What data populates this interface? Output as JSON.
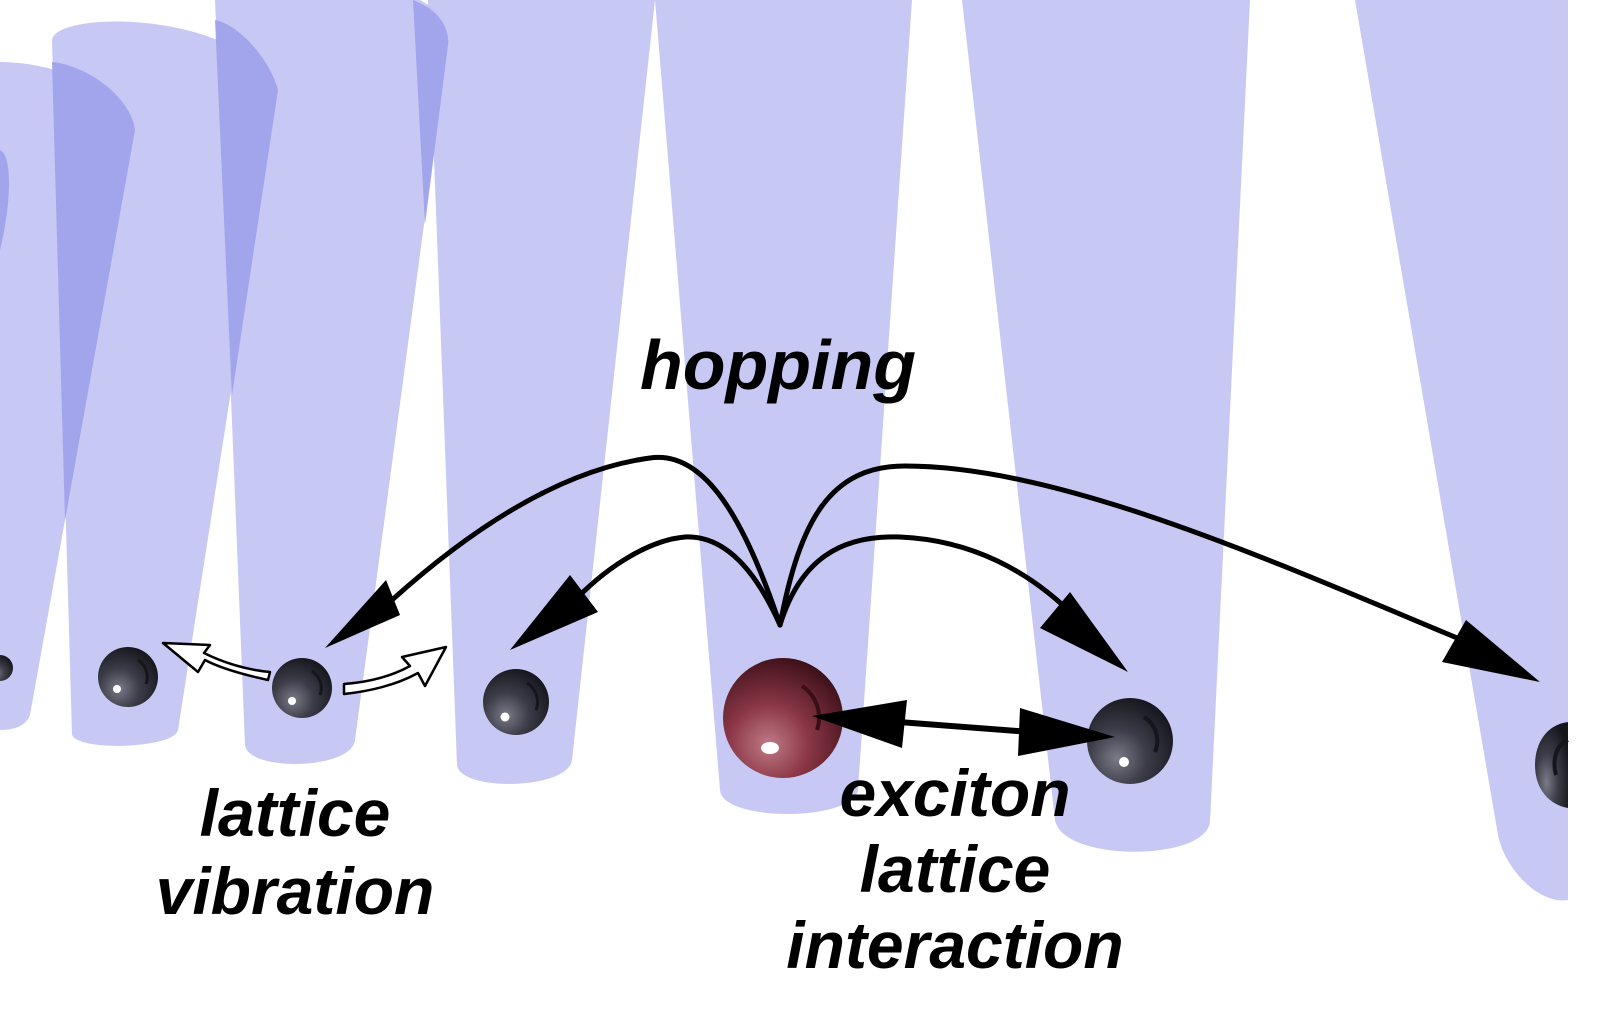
{
  "labels": {
    "hopping": "hopping",
    "lattice_vibration": [
      "lattice",
      "vibration"
    ],
    "exciton_lattice_interaction": [
      "exciton",
      "lattice",
      "interaction"
    ]
  },
  "colors": {
    "column_fill": "#c6c7f3",
    "column_shade": "#9b9eea",
    "ball_dark": "#3a3b46",
    "ball_exciton": "#8c3a48",
    "arrow": "#000000",
    "background": "#ffffff"
  }
}
